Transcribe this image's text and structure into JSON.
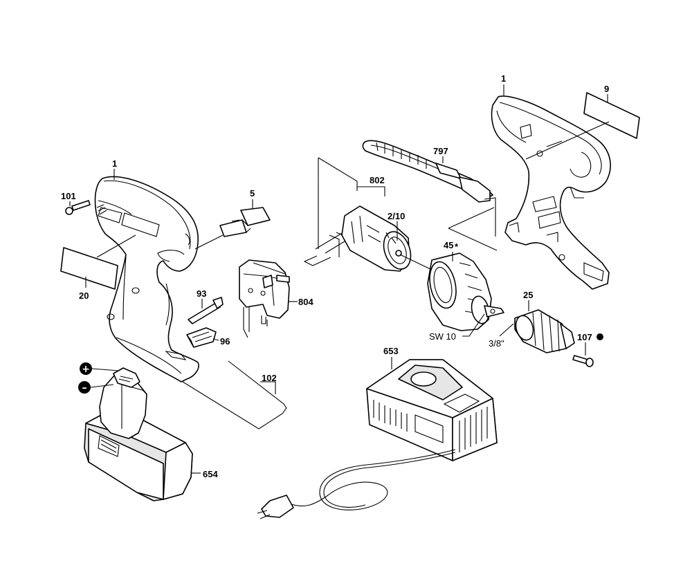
{
  "labels": {
    "l1_left": "1",
    "l101": "101",
    "l20": "20",
    "l5": "5",
    "l93": "93",
    "l96": "96",
    "l804": "804",
    "l102": "102",
    "l802": "802",
    "l210": "2/10",
    "l797": "797",
    "l1_right": "1",
    "l9": "9",
    "l45": "45",
    "l45_star": "*",
    "l25": "25",
    "l107": "107",
    "lsw10": "SW 10",
    "l38": "3/8\"",
    "l653": "653",
    "l654": "654"
  },
  "symbols": {
    "plus": "+",
    "minus": "–"
  }
}
